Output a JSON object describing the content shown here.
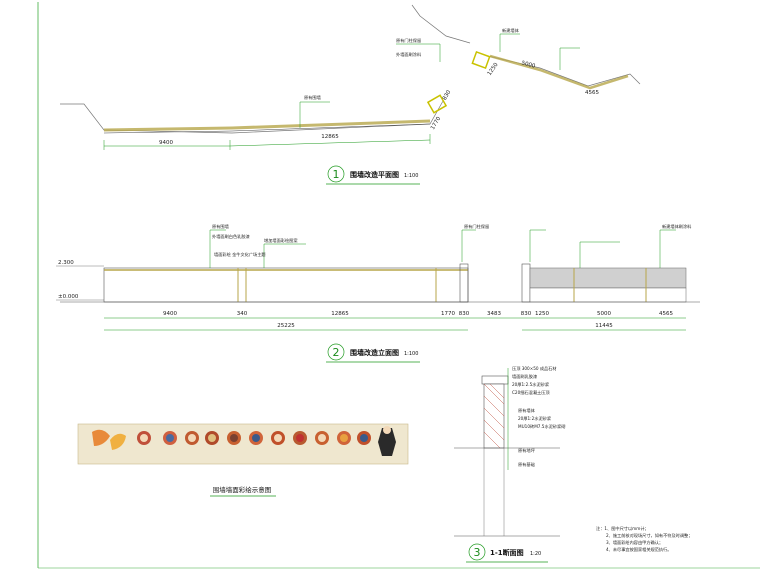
{
  "colors": {
    "border": "#3fae3f",
    "leader": "#1f9a1f",
    "wall": "#b7a64a",
    "mural_bg": "#efe7cf"
  },
  "plan": {
    "title": "围墙改造平面图",
    "scale": "1:100",
    "number": "1",
    "dims": [
      "9400",
      "12865",
      "1770",
      "830",
      "1250",
      "5000",
      "4565"
    ],
    "notes": [
      "原有围墙",
      "原有门柱保留",
      "外墙面刷涂料",
      "新建墙体"
    ]
  },
  "elevation": {
    "title": "围墙改造立面图",
    "scale": "1:100",
    "number": "2",
    "levels": [
      "2.300",
      "±0.000"
    ],
    "dims_row1": [
      "9400",
      "340",
      "12865",
      "1770",
      "830",
      "3483",
      "830",
      "1250",
      "5000",
      "4565"
    ],
    "dims_row2": [
      "25225",
      "11445"
    ],
    "notes": [
      "原有围墙",
      "外墙面刷白色乳胶漆",
      "增加墙面彩绘图案",
      "墙面彩绘 金牛文化广场主题",
      "原有门柱保留",
      "新建墙体刷涂料"
    ]
  },
  "mural": {
    "caption": "围墙墙面彩绘示意图"
  },
  "section": {
    "title": "1-1断面图",
    "scale": "1:20",
    "number": "3",
    "notes": [
      "压顶 300×50 成品石材",
      "墙面刷乳胶漆",
      "20厚1:2.5水泥砂浆",
      "C20细石混凝土压顶",
      "原有墙体",
      "20厚1:2水泥砂浆",
      "MU10砖M7.5水泥砂浆砌",
      "原有地坪",
      "原有基础"
    ]
  },
  "general_notes": [
    "注：1、图中尺寸以mm计；",
    "2、施工前核对现场尺寸，如有不符及时调整；",
    "3、墙面彩绘内容由甲方确认；",
    "4、未尽事宜按国家相关规范执行。"
  ]
}
